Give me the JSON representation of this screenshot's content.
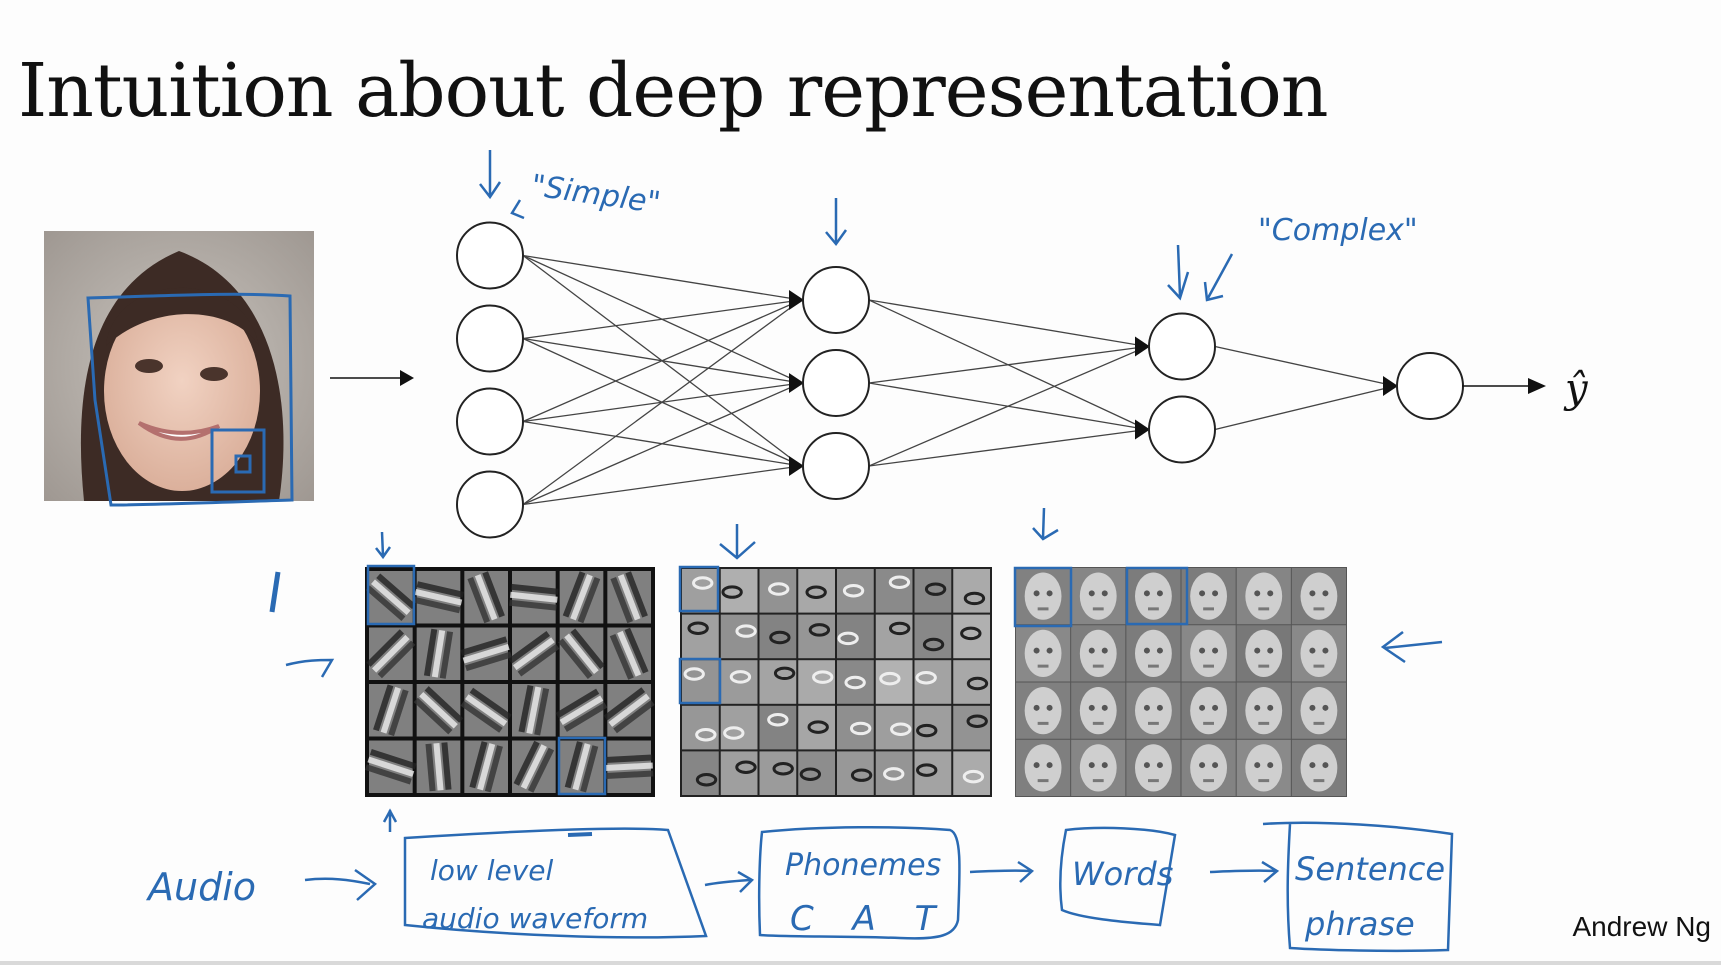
{
  "slide": {
    "title": "Intuition about deep representation",
    "footer": "Andrew Ng"
  },
  "network": {
    "layers": [
      {
        "name": "input",
        "nodes": 4
      },
      {
        "name": "hidden-1",
        "nodes": 3
      },
      {
        "name": "hidden-2",
        "nodes": 2
      },
      {
        "name": "output",
        "nodes": 1
      }
    ],
    "output_label": "ŷ"
  },
  "annotations": {
    "simple": "\"Simple\"",
    "complex": "\"Complex\""
  },
  "feature_grids": [
    {
      "name": "edges",
      "rows": 4,
      "cols": 6
    },
    {
      "name": "face-parts",
      "rows": 5,
      "cols": 8
    },
    {
      "name": "faces",
      "rows": 4,
      "cols": 6
    }
  ],
  "audio_pipeline": {
    "source": "Audio",
    "stages": [
      {
        "line1": "low level",
        "line2": "audio waveform"
      },
      {
        "line1": "Phonemes",
        "line2": "C  A  T"
      },
      {
        "line1": "Words",
        "line2": ""
      },
      {
        "line1": "Sentence",
        "line2": "phrase"
      }
    ]
  },
  "colors": {
    "ink": "#2a6ab3",
    "node_stroke": "#222222",
    "background": "#fdfdfd"
  }
}
